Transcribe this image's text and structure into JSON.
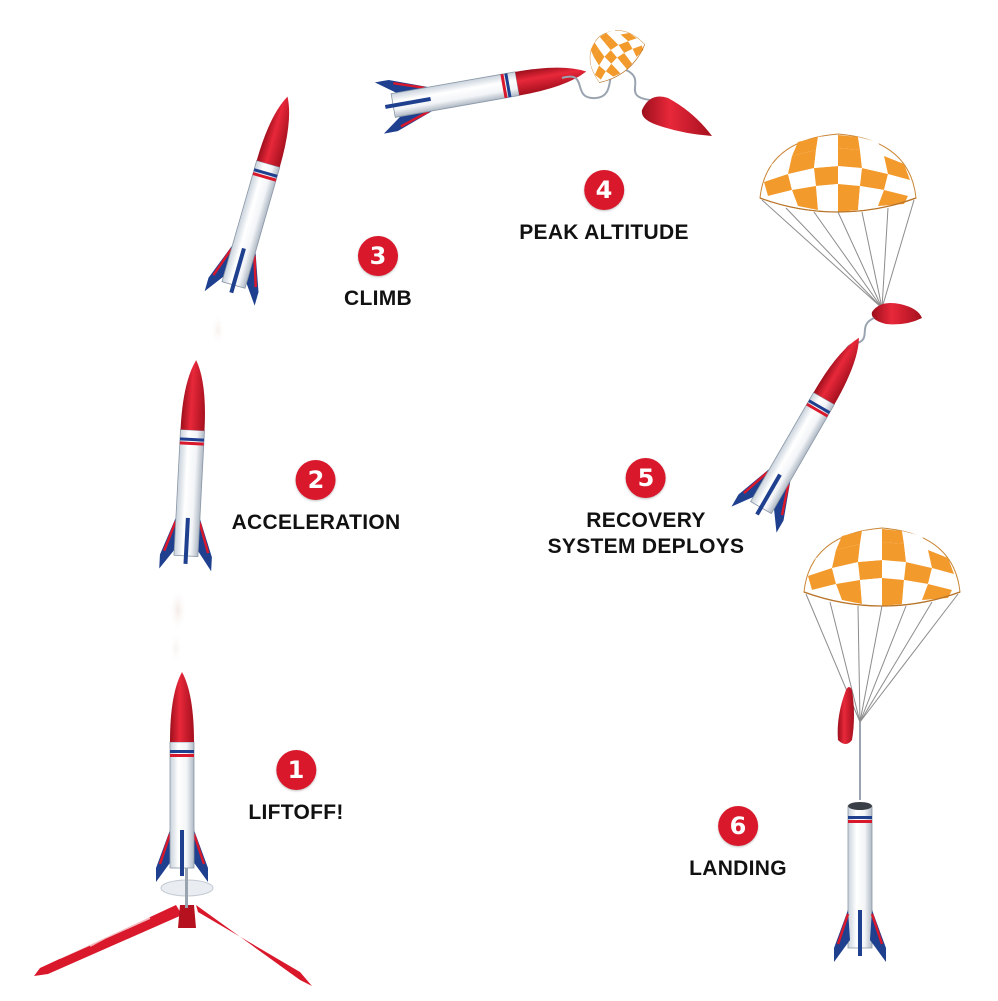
{
  "colors": {
    "badge": "#d9182b",
    "rocket_body": "#ffffff",
    "nose_cone": "#d9182b",
    "fins": "#1f3f8f",
    "launch_pad": "#d9182b",
    "parachute_orange": "#f39a2c",
    "parachute_white": "#ffffff",
    "label_text": "#111111"
  },
  "stages": [
    {
      "number": "1",
      "caption_lines": [
        "LIFTOFF!"
      ]
    },
    {
      "number": "2",
      "caption_lines": [
        "ACCELERATION"
      ]
    },
    {
      "number": "3",
      "caption_lines": [
        "CLIMB"
      ]
    },
    {
      "number": "4",
      "caption_lines": [
        "PEAK ALTITUDE"
      ]
    },
    {
      "number": "5",
      "caption_lines": [
        "RECOVERY",
        "SYSTEM DEPLOYS"
      ]
    },
    {
      "number": "6",
      "caption_lines": [
        "LANDING"
      ]
    }
  ],
  "icons": [
    "rocket-icon",
    "launch-pad-icon",
    "exhaust-smoke-icon",
    "parachute-icon",
    "shock-cord-icon",
    "nose-cone-icon"
  ]
}
